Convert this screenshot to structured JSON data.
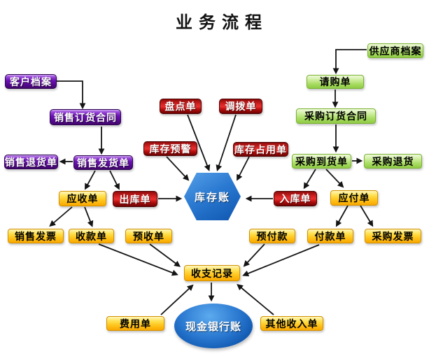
{
  "title": "业务流程",
  "colors": {
    "sales_purple": "#6c12b4",
    "inventory_doc_red": "#d62424",
    "purchase_green": "#9ed55e",
    "finance_yellow": "#ffc61e",
    "account_blue": "#1668c4",
    "arrow_black": "#141414",
    "background": "#ffffff"
  },
  "nodes": {
    "customer_file": {
      "label": "客户档案"
    },
    "sales_order_contract": {
      "label": "销售订货合同"
    },
    "sales_return": {
      "label": "销售退货单"
    },
    "sales_delivery": {
      "label": "销售发货单"
    },
    "stocktake": {
      "label": "盘点单"
    },
    "transfer": {
      "label": "调拨单"
    },
    "inventory_alert": {
      "label": "库存预警"
    },
    "inventory_hold": {
      "label": "库存占用单"
    },
    "outbound": {
      "label": "出库单"
    },
    "inbound": {
      "label": "入库单"
    },
    "supplier_file": {
      "label": "供应商档案"
    },
    "purchase_request": {
      "label": "请购单"
    },
    "purchase_order_contract": {
      "label": "采购订货合同"
    },
    "purchase_arrival": {
      "label": "采购到货单"
    },
    "purchase_return": {
      "label": "采购退货"
    },
    "receivable": {
      "label": "应收单"
    },
    "payable": {
      "label": "应付单"
    },
    "sales_invoice": {
      "label": "销售发票"
    },
    "receipt": {
      "label": "收款单"
    },
    "advance_receipt": {
      "label": "预收单"
    },
    "prepayment": {
      "label": "预付款"
    },
    "payment": {
      "label": "付款单"
    },
    "purchase_invoice": {
      "label": "采购发票"
    },
    "income_expense_record": {
      "label": "收支记录"
    },
    "expense": {
      "label": "费用单"
    },
    "other_income": {
      "label": "其他收入单"
    },
    "inventory_account": {
      "label": "库存账"
    },
    "cash_bank_account": {
      "label": "现金银行账"
    }
  }
}
